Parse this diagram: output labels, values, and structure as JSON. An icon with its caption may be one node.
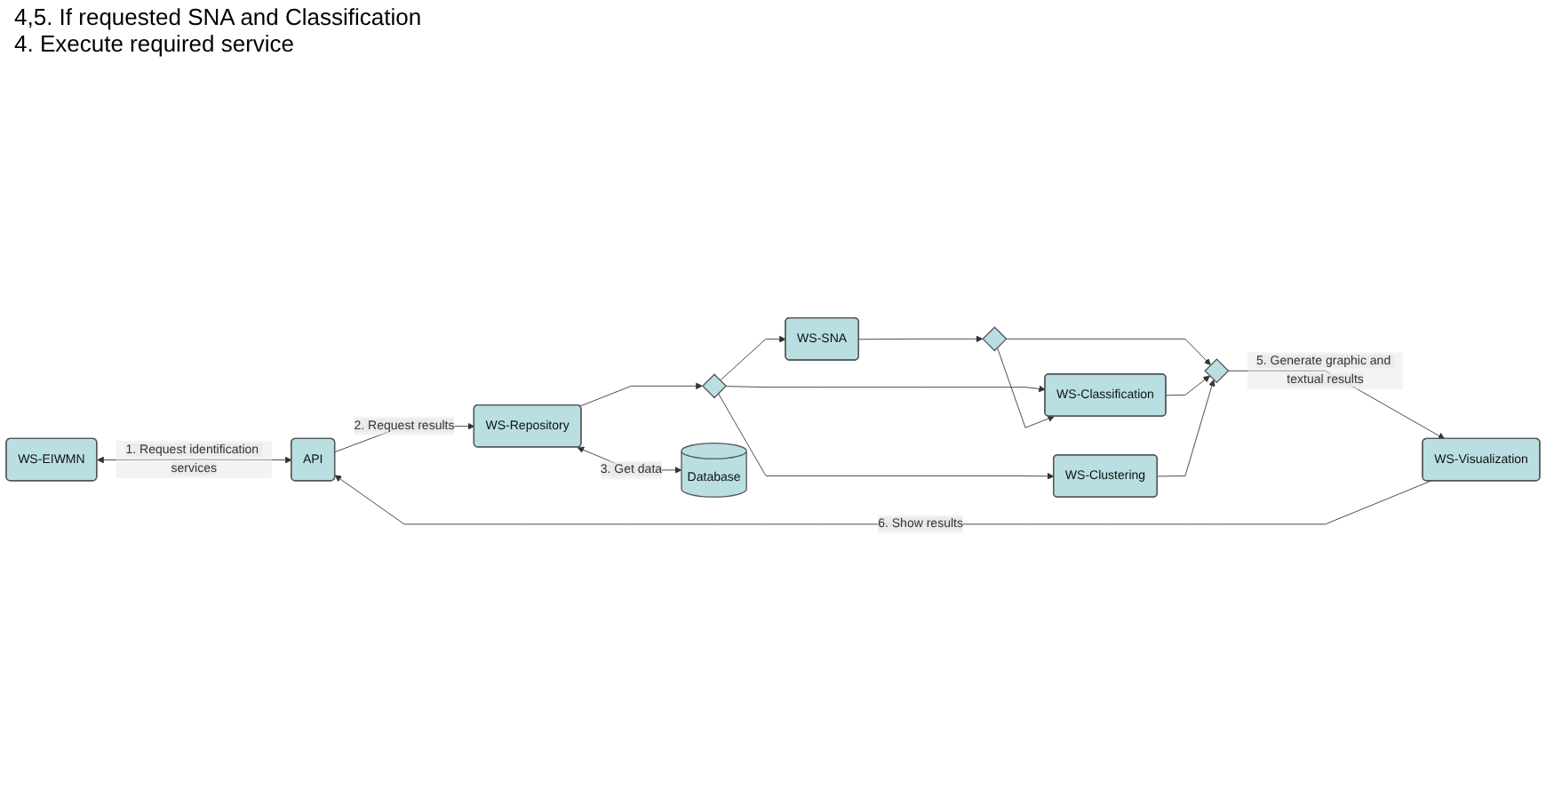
{
  "diagram": {
    "nodes": [
      {
        "text": [
          "WS-EIWMN"
        ]
      },
      {
        "text": [
          "WS-SNA"
        ]
      },
      {
        "text": [
          "API"
        ]
      },
      {
        "text": [
          "WS-Repository"
        ]
      },
      {
        "text": [],
        "shape": "diamond"
      },
      {
        "text": [],
        "shape": "diamond"
      },
      {
        "text": [
          "WS-Classification"
        ]
      },
      {
        "text": [],
        "shape": "diamond"
      },
      {
        "text": [
          "WS-Visualization"
        ]
      },
      {
        "text": [
          "WS-Clustering"
        ]
      },
      {
        "text": [
          "Database"
        ]
      }
    ],
    "edges": [
      {
        "from": 0,
        "to": 2,
        "arrow": "both",
        "label": "1. Request identification services"
      },
      {
        "from": 2,
        "to": 3,
        "arrow": "to",
        "label": "2. Request results"
      },
      {
        "from": 3,
        "to": 10,
        "arrow": "both",
        "label": "3. Get data"
      },
      {
        "from": 3,
        "to": 4,
        "arrow": "to"
      },
      {
        "from": 4,
        "to": 1,
        "arrow": "to"
      },
      {
        "from": 4,
        "to": 6,
        "arrow": "to"
      },
      {
        "from": 4,
        "to": 9,
        "arrow": "to"
      },
      {
        "from": 1,
        "to": 5,
        "arrow": "to"
      },
      {
        "from": 5,
        "to": 6,
        "arrow": "to"
      },
      {
        "from": 5,
        "to": 7,
        "arrow": "to"
      },
      {
        "from": 6,
        "to": 7,
        "arrow": "to"
      },
      {
        "from": 9,
        "to": 7,
        "arrow": "to"
      },
      {
        "from": 7,
        "to": 8,
        "arrow": "to",
        "label": "5. Generate graphic and textual results"
      },
      {
        "from": 8,
        "to": 2,
        "arrow": "to",
        "label": "6. Show results"
      }
    ],
    "labels": [
      "4,5. If requested SNA and Classification",
      "4. Execute required service"
    ]
  }
}
